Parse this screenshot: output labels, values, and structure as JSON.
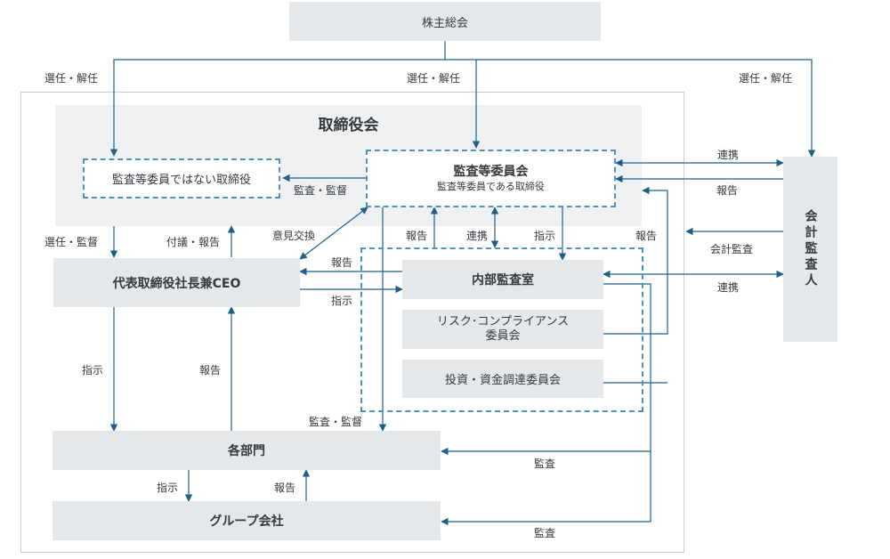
{
  "nodes": {
    "shareholders": "株主総会",
    "board": "取締役会",
    "non_audit_directors": "監査等委員ではない取締役",
    "audit_committee": "監査等委員会",
    "audit_committee_sub": "監査等委員である取締役",
    "ceo": "代表取締役社長兼CEO",
    "internal_audit": "内部監査室",
    "risk_committee_line1": "リスク･コンプライアンス",
    "risk_committee_line2": "委員会",
    "investment_committee": "投資・資金調達委員会",
    "departments": "各部門",
    "group_companies": "グループ会社",
    "auditor": "会計監査人"
  },
  "labels": {
    "elect_dismiss": "選任・解任",
    "audit_supervise": "監査・監督",
    "elect_supervise": "選任・監督",
    "proposal_report": "付議・報告",
    "opinion_exchange": "意見交換",
    "report": "報告",
    "coordination": "連携",
    "instruction": "指示",
    "accounting_audit": "会計監査",
    "audit": "監査"
  }
}
